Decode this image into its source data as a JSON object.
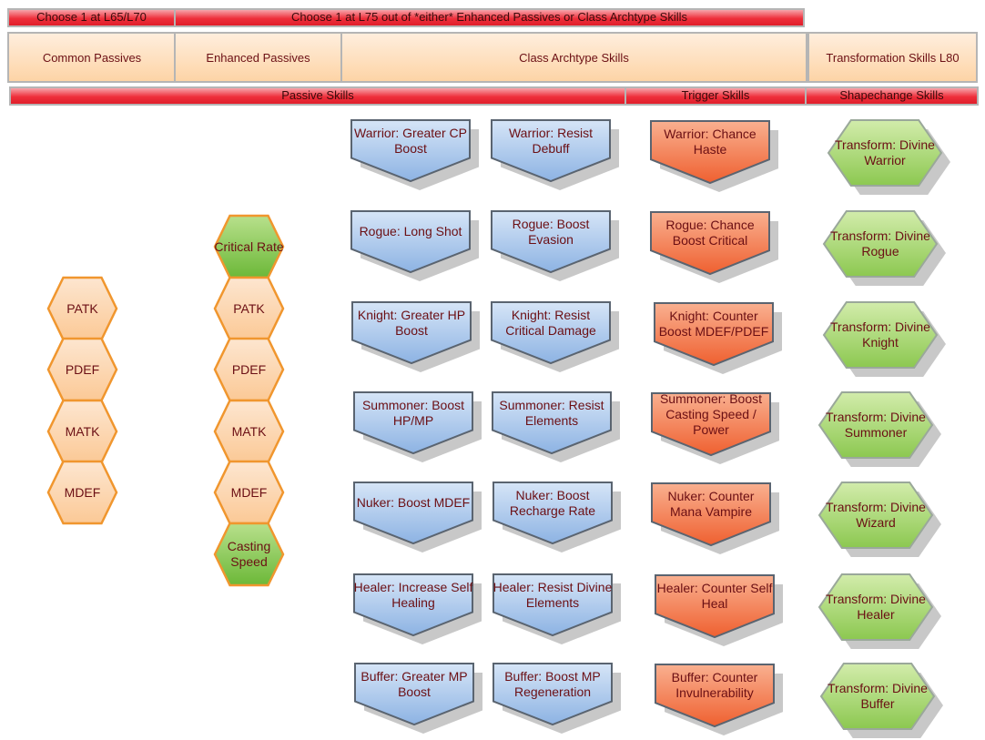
{
  "top_bars": {
    "choose_l65": "Choose 1 at L65/L70",
    "choose_l75": "Choose 1 at L75 out of *either* Enhanced Passives or Class Archtype Skills"
  },
  "headers": {
    "common": "Common Passives",
    "enhanced": "Enhanced Passives",
    "class": "Class Archtype Skills",
    "transformation": "Transformation Skills L80"
  },
  "category_bars": {
    "passive": "Passive Skills",
    "trigger": "Trigger Skills",
    "shapechange": "Shapechange Skills"
  },
  "common_passives": [
    "PATK",
    "PDEF",
    "MATK",
    "MDEF"
  ],
  "enhanced_passives": [
    {
      "label": "Critical Rate",
      "color": "green"
    },
    {
      "label": "PATK",
      "color": "orange"
    },
    {
      "label": "PDEF",
      "color": "orange"
    },
    {
      "label": "MATK",
      "color": "orange"
    },
    {
      "label": "MDEF",
      "color": "orange"
    },
    {
      "label": "Casting Speed",
      "color": "green"
    }
  ],
  "class_rows": [
    {
      "passive1": "Warrior: Greater CP Boost",
      "passive2": "Warrior: Resist Debuff",
      "trigger": "Warrior: Chance Haste",
      "transform": "Transform: Divine Warrior"
    },
    {
      "passive1": "Rogue: Long Shot",
      "passive2": "Rogue: Boost Evasion",
      "trigger": "Rogue: Chance Boost Critical",
      "transform": "Transform: Divine Rogue"
    },
    {
      "passive1": "Knight: Greater HP Boost",
      "passive2": "Knight: Resist Critical Damage",
      "trigger": "Knight: Counter Boost MDEF/PDEF",
      "transform": "Transform: Divine Knight"
    },
    {
      "passive1": "Summoner: Boost HP/MP",
      "passive2": "Summoner: Resist Elements",
      "trigger": "Summoner: Boost Casting Speed / Power",
      "transform": "Transform: Divine Summoner"
    },
    {
      "passive1": "Nuker: Boost MDEF",
      "passive2": "Nuker: Boost Recharge Rate",
      "trigger": "Nuker: Counter Mana Vampire",
      "transform": "Transform: Divine Wizard"
    },
    {
      "passive1": "Healer: Increase Self Healing",
      "passive2": "Healer: Resist Divine Elements",
      "trigger": "Healer: Counter Self Heal",
      "transform": "Transform: Divine Healer"
    },
    {
      "passive1": "Buffer: Greater MP Boost",
      "passive2": "Buffer: Boost MP Regeneration",
      "trigger": "Buffer: Counter Invulnerability",
      "transform": "Transform: Divine Buffer"
    }
  ],
  "colors": {
    "red_bar": "#e8202c",
    "header_fill": "#fdd4a6",
    "orange_hex": "#fcd2a8",
    "orange_hex_border": "#f0962e",
    "green_hex": "#8cc85a",
    "blue_pentagon": "#a9c6ea",
    "red_pentagon": "#f27a50",
    "text": "#6b0f14"
  }
}
